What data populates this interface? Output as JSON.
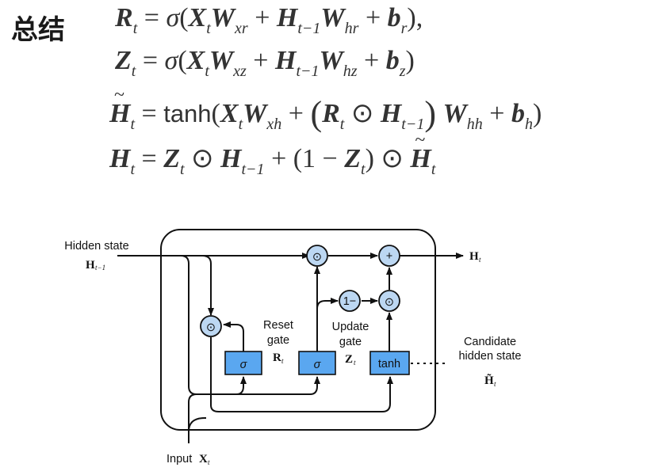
{
  "slide_title": "总结",
  "equations": {
    "reset": {
      "lhs": "R",
      "lhs_sub": "t",
      "rhs": "= σ(X_t W_xr + H_t−1 W_hr + b_r),"
    },
    "update": {
      "lhs": "Z",
      "lhs_sub": "t",
      "rhs": "= σ(X_t W_xz + H_t−1 W_hz + b_z)"
    },
    "candidate": {
      "lhs": "H̃",
      "lhs_sub": "t",
      "fn": "tanh",
      "rhs": "= tanh(X_t W_xh + (R_t ⊙ H_t−1) W_hh + b_h)"
    },
    "hidden": {
      "lhs": "H",
      "lhs_sub": "t",
      "rhs": "= Z_t ⊙ H_t−1 + (1 − Z_t) ⊙ H̃_t"
    }
  },
  "diagram": {
    "hidden_state_in_label": "Hidden state",
    "hidden_state_in_symbol": "H",
    "hidden_state_in_sub": "t−1",
    "hidden_state_out_symbol": "H",
    "hidden_state_out_sub": "t",
    "input_label": "Input",
    "input_symbol": "X",
    "input_sub": "t",
    "reset_gate_label_1": "Reset",
    "reset_gate_label_2": "gate",
    "reset_gate_symbol": "R",
    "reset_gate_sub": "t",
    "update_gate_label_1": "Update",
    "update_gate_label_2": "gate",
    "update_gate_symbol": "Z",
    "update_gate_sub": "t",
    "candidate_label_1": "Candidate",
    "candidate_label_2": "hidden state",
    "candidate_symbol": "H̃",
    "candidate_sub": "t",
    "reset_sigma": "σ",
    "update_sigma": "σ",
    "tanh_label": "tanh",
    "one_minus_label": "1−",
    "hadamard_symbol": "⊙",
    "plus_symbol": "+",
    "colors": {
      "box_fill": "#5aa7f0",
      "circle_fill": "#bcd7f2",
      "stroke": "#111111"
    }
  }
}
